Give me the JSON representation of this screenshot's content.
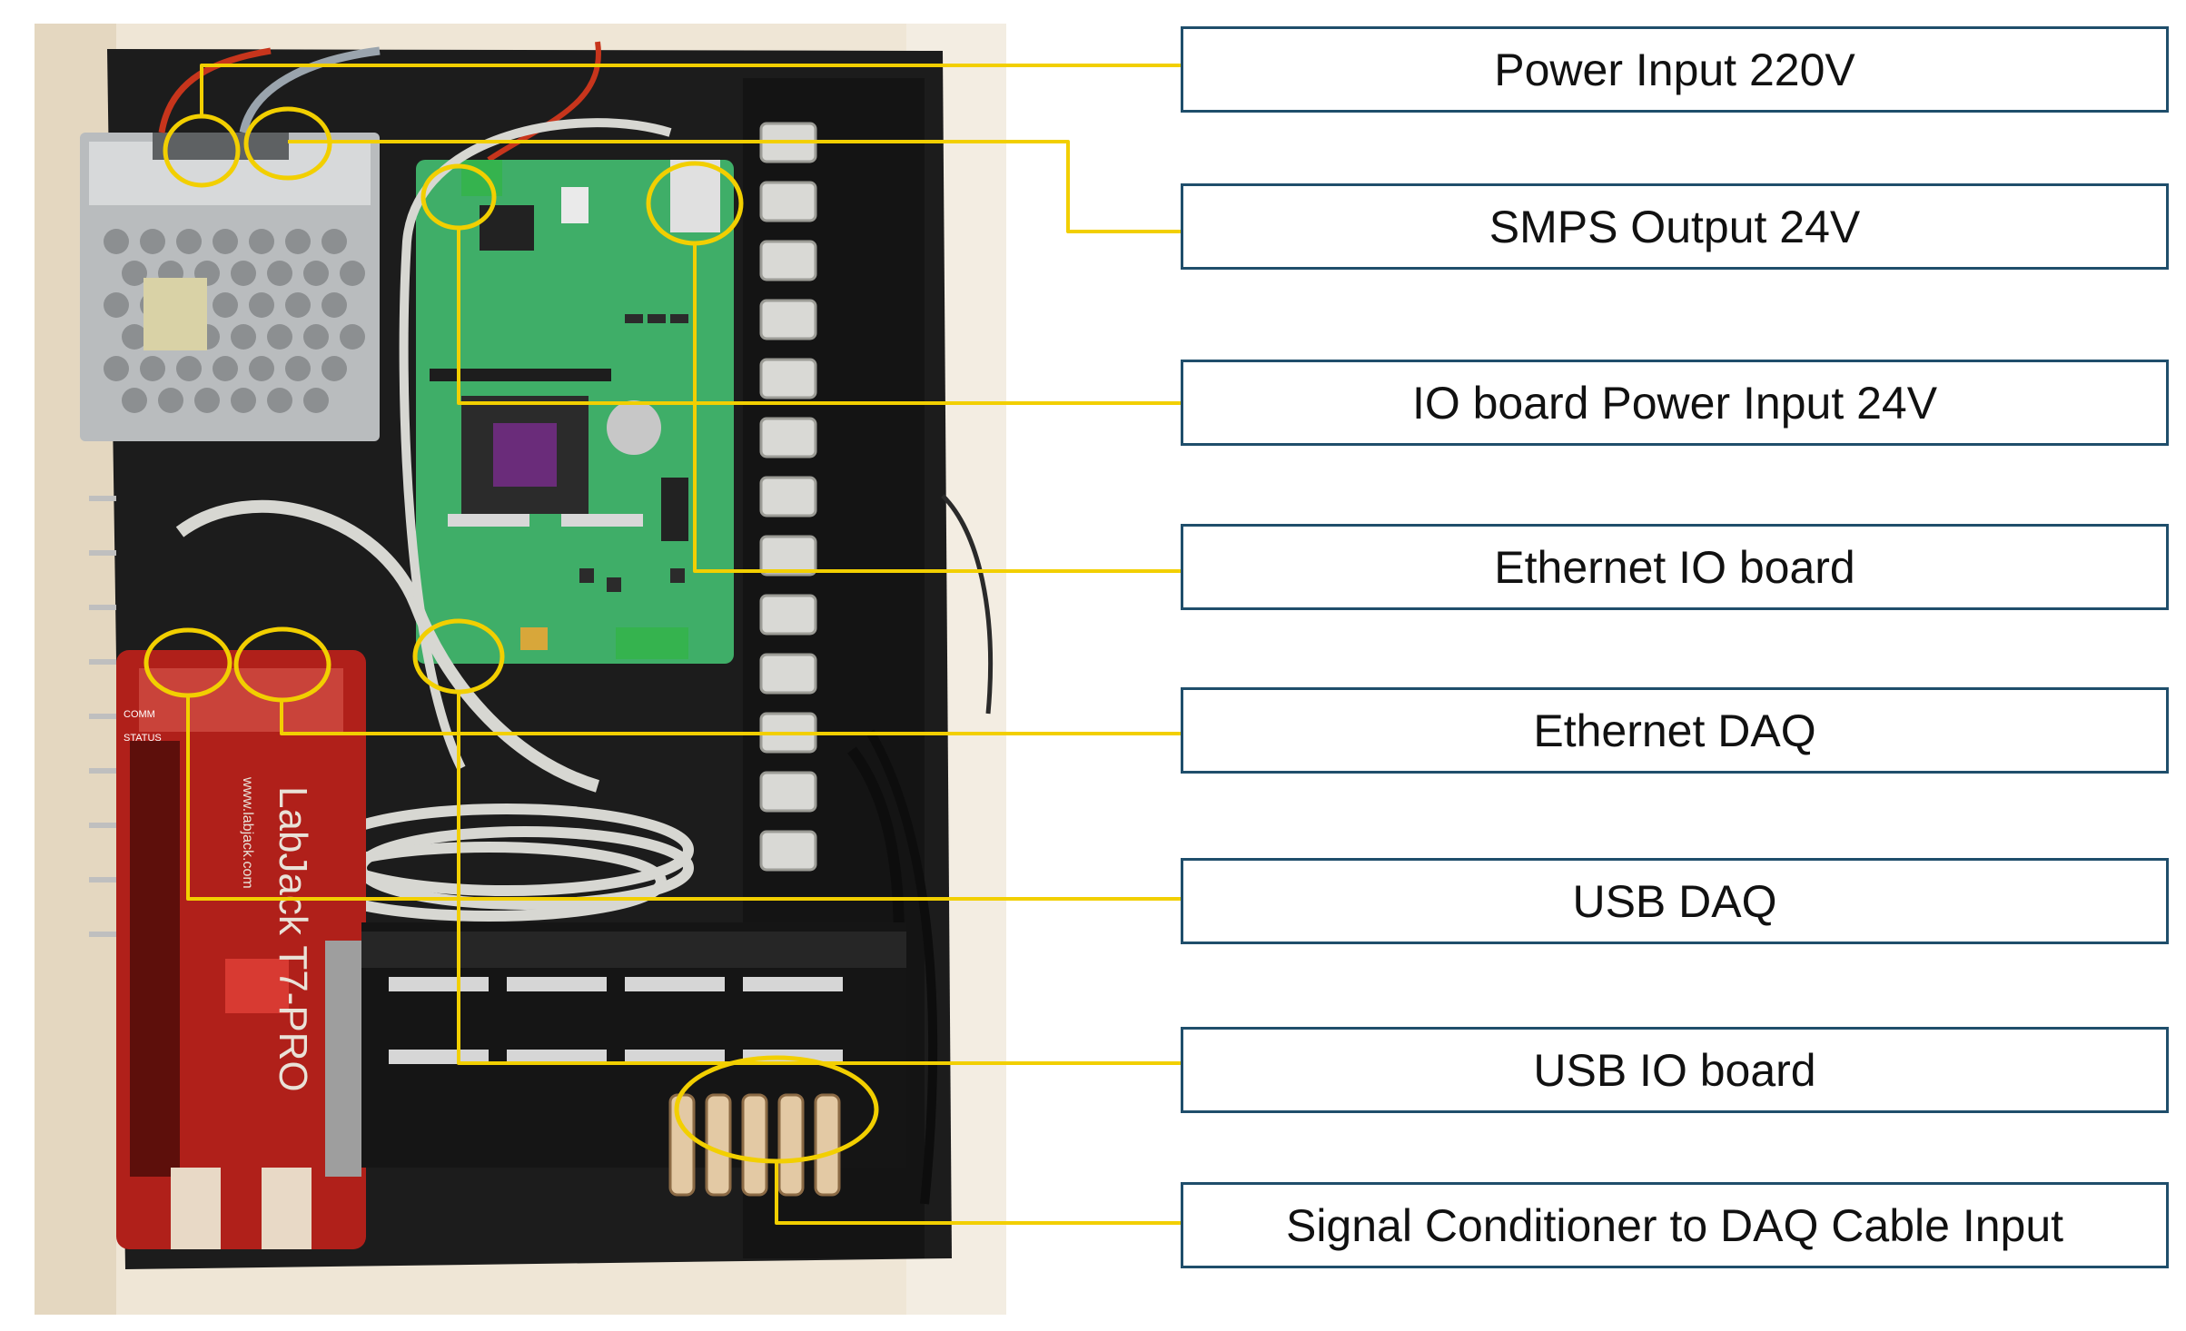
{
  "colors": {
    "leader": "#f2cf00",
    "box_border": "#1f4e6b",
    "panel": "#1a1a1a",
    "pcb": "#3fae68",
    "daq_body": "#b0201a",
    "smps": "#b9bcbe",
    "wall": "#efe6d6"
  },
  "photo": {
    "daq_brand": "LabJack T7-PRO",
    "daq_url": "www.labjack.com",
    "daq_status_labels": [
      "COMM",
      "STATUS"
    ]
  },
  "callouts": [
    {
      "id": "power-input",
      "label": "Power Input 220V"
    },
    {
      "id": "smps-output",
      "label": "SMPS Output 24V"
    },
    {
      "id": "io-board-power-input",
      "label": "IO board Power Input 24V"
    },
    {
      "id": "ethernet-io-board",
      "label": "Ethernet IO board"
    },
    {
      "id": "ethernet-daq",
      "label": "Ethernet DAQ"
    },
    {
      "id": "usb-daq",
      "label": "USB DAQ"
    },
    {
      "id": "usb-io-board",
      "label": "USB IO board"
    },
    {
      "id": "signal-conditioner-cable",
      "label": "Signal Conditioner to DAQ Cable Input"
    }
  ]
}
